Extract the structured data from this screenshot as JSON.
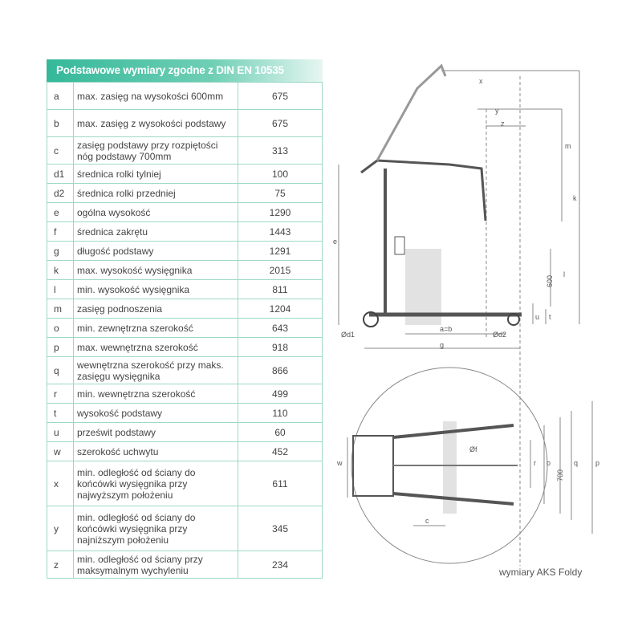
{
  "table": {
    "title": "Podstawowe wymiary zgodne z DIN EN 10535",
    "rows": [
      {
        "key": "a",
        "desc": "max. zasięg na wysokości 600mm",
        "value": "675"
      },
      {
        "key": "b",
        "desc": "max. zasięg z wysokości podstawy",
        "value": "675"
      },
      {
        "key": "c",
        "desc": "zasięg podstawy przy rozpiętości nóg podstawy 700mm",
        "value": "313"
      },
      {
        "key": "d1",
        "desc": "średnica rolki tylniej",
        "value": "100"
      },
      {
        "key": "d2",
        "desc": "średnica rolki przedniej",
        "value": "75"
      },
      {
        "key": "e",
        "desc": "ogólna wysokość",
        "value": "1290"
      },
      {
        "key": "f",
        "desc": "średnica zakrętu",
        "value": "1443"
      },
      {
        "key": "g",
        "desc": "długość podstawy",
        "value": "1291"
      },
      {
        "key": "k",
        "desc": "max. wysokość wysięgnika",
        "value": "2015"
      },
      {
        "key": "l",
        "desc": "min. wysokość wysięgnika",
        "value": "811"
      },
      {
        "key": "m",
        "desc": "zasięg podnoszenia",
        "value": "1204"
      },
      {
        "key": "o",
        "desc": "min. zewnętrzna szerokość",
        "value": "643"
      },
      {
        "key": "p",
        "desc": "max. wewnętrzna szerokość",
        "value": "918"
      },
      {
        "key": "q",
        "desc": "wewnętrzna szerokość przy maks. zasięgu wysięgnika",
        "value": "866"
      },
      {
        "key": "r",
        "desc": "min. wewnętrzna szerokość",
        "value": "499"
      },
      {
        "key": "t",
        "desc": "wysokość podstawy",
        "value": "110"
      },
      {
        "key": "u",
        "desc": "prześwit podstawy",
        "value": "60"
      },
      {
        "key": "w",
        "desc": "szerokość uchwytu",
        "value": "452"
      },
      {
        "key": "x",
        "desc": "min. odległość od ściany do końcówki wysięgnika przy najwyższym położeniu",
        "value": "611"
      },
      {
        "key": "y",
        "desc": "min. odległość od ściany do końcówki wysięgnika przy najniższym położeniu",
        "value": "345"
      },
      {
        "key": "z",
        "desc": "min. odległość od ściany przy maksymalnym wychyleniu",
        "value": "234"
      }
    ]
  },
  "diagram": {
    "labels": {
      "x": "x",
      "y": "y",
      "z": "z",
      "m": "m",
      "k": "k",
      "l": "l",
      "e": "e",
      "h600": "600",
      "u": "u",
      "t": "t",
      "d1": "Ød1",
      "d2": "Ød2",
      "ab": "a=b",
      "g": "g",
      "w": "w",
      "f": "Øf",
      "r": "r",
      "o": "o",
      "h700": "700",
      "q": "q",
      "p": "p",
      "c": "c"
    },
    "caption": "wymiary AKS Foldy"
  }
}
